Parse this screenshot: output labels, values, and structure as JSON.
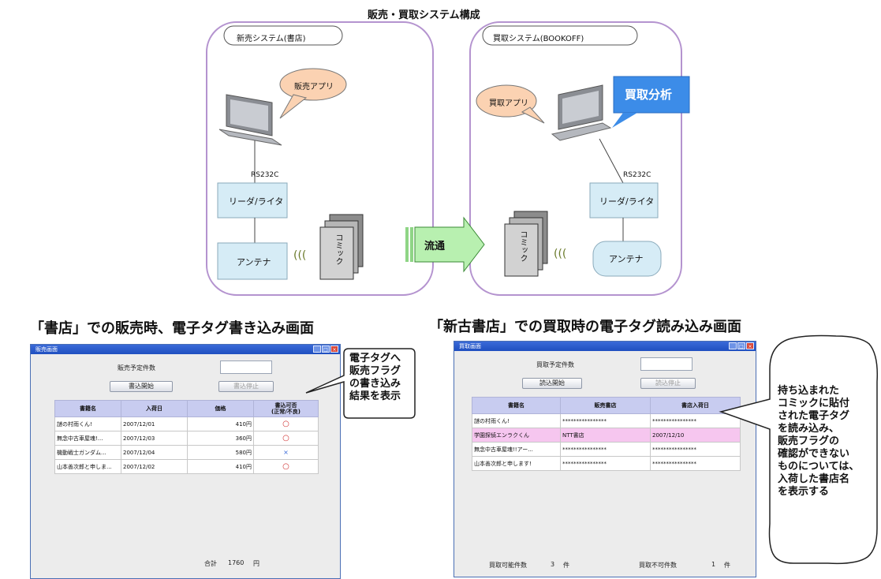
{
  "diagram": {
    "title": "販売・買取システム構成",
    "left_system": {
      "label": "新売システム(書店)",
      "app_bubble": "販売アプリ",
      "rs_label": "RS232C",
      "reader_label": "リーダ/ライタ",
      "antenna_label": "アンテナ",
      "comic_label": "コミック"
    },
    "right_system": {
      "label": "買取システム(BOOKOFF)",
      "app_bubble": "買取アプリ",
      "analysis_bubble": "買取分析",
      "rs_label": "RS232C",
      "reader_label": "リーダ/ライタ",
      "antenna_label": "アンテナ",
      "comic_label": "コミック"
    },
    "flow_label": "流通",
    "waves": "(((",
    "colors": {
      "system_border": "#b493cf",
      "box_fill": "#d6ecf6",
      "bubble_fill": "#fbd2b2",
      "arrow_fill": "#b8f0b0",
      "analysis_fill": "#3c8ce8"
    }
  },
  "left_panel": {
    "heading": "「書店」での販売時、電子タグ書き込み画面",
    "window": {
      "title": "販売画面",
      "field_label": "販売予定件数",
      "start_button": "書込開始",
      "stop_button": "書込停止",
      "columns": [
        "書籍名",
        "入荷日",
        "価格",
        "書込可否\n(正常/不良)"
      ],
      "rows": [
        [
          "謎の村雨くん!",
          "2007/12/01",
          "410円",
          "○"
        ],
        [
          "無念中古車屋魂!...",
          "2007/12/03",
          "360円",
          "○"
        ],
        [
          "機動戦士ガンダム...",
          "2007/12/04",
          "580円",
          "×"
        ],
        [
          "山本善次郎と申しま...",
          "2007/12/02",
          "410円",
          "○"
        ]
      ],
      "total_label": "合計",
      "total_value": "1760",
      "total_unit": "円"
    },
    "callout": [
      "電子タグへ",
      "販売フラグ",
      "の書き込み",
      "結果を表示"
    ]
  },
  "right_panel": {
    "heading": "「新古書店」での買取時の電子タグ読み込み画面",
    "window": {
      "title": "買取画面",
      "field_label": "買取予定件数",
      "start_button": "読込開始",
      "stop_button": "読込停止",
      "columns": [
        "書籍名",
        "販売書店",
        "書店入荷日"
      ],
      "rows": [
        [
          "謎の村雨くん!",
          "****************",
          "****************"
        ],
        [
          "学園探偵エンラクくん",
          "NTT書店",
          "2007/12/10"
        ],
        [
          "無念中古車屋魂!!アー...",
          "****************",
          "****************"
        ],
        [
          "山本善次郎と申します!",
          "****************",
          "****************"
        ]
      ],
      "ok_label": "買取可能件数",
      "ok_value": "3",
      "ok_unit": "件",
      "ng_label": "買取不可件数",
      "ng_value": "1",
      "ng_unit": "件"
    },
    "callout": [
      "持ち込まれた",
      "コミックに貼付",
      "された電子タグ",
      "を読み込み、",
      "販売フラグの",
      "確認ができない",
      "ものについては、",
      "入荷した書店名",
      "を表示する"
    ]
  }
}
